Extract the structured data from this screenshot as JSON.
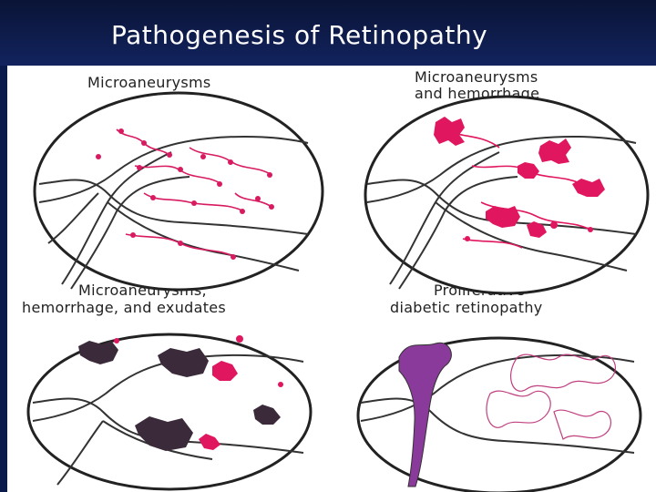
{
  "slide": {
    "title": "Pathogenesis of Retinopathy"
  },
  "panels": [
    {
      "label_line1": "Microaneurysms",
      "label_line2": ""
    },
    {
      "label_line1": "Microaneurysms",
      "label_line2": "and hemorrhage"
    },
    {
      "label_line1": "Microaneurysms,",
      "label_line2": "hemorrhage, and exudates"
    },
    {
      "label_line1": "Proliferative",
      "label_line2": "diabetic retinopathy"
    }
  ],
  "colors": {
    "background": "#0a1a4a",
    "panel": "#ffffff",
    "vessel": "#333333",
    "microaneurysm": "#d81b60",
    "hemorrhage": "#e0165f",
    "exudate": "#3a2a3a",
    "neovascular": "#8a3a9a"
  }
}
